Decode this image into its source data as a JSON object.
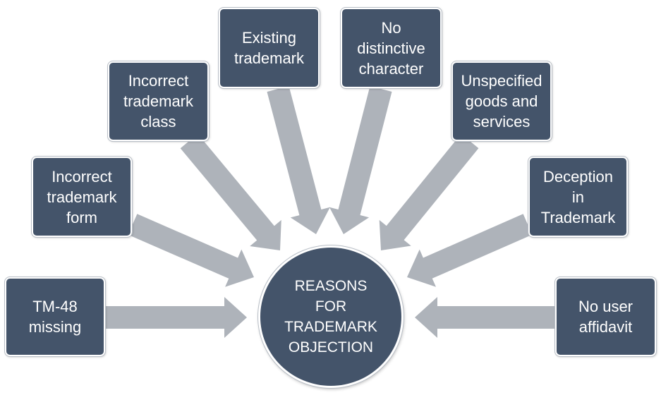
{
  "colors": {
    "box_fill": "#44546a",
    "arrow_fill": "#aeb3ba",
    "text": "#ffffff"
  },
  "center": {
    "label": "REASONS\nFOR\nTRADEMARK\nOBJECTION"
  },
  "reasons": [
    {
      "id": "tm48",
      "label": "TM-48\nmissing"
    },
    {
      "id": "form",
      "label": "Incorrect\ntrademark\nform"
    },
    {
      "id": "class",
      "label": "Incorrect\ntrademark\nclass"
    },
    {
      "id": "existing",
      "label": "Existing\ntrademark"
    },
    {
      "id": "distinctive",
      "label": "No\ndistinctive\ncharacter"
    },
    {
      "id": "unspecified",
      "label": "Unspecified\ngoods and\nservices"
    },
    {
      "id": "deception",
      "label": "Deception\nin\nTrademark"
    },
    {
      "id": "affidavit",
      "label": "No user\naffidavit"
    }
  ]
}
